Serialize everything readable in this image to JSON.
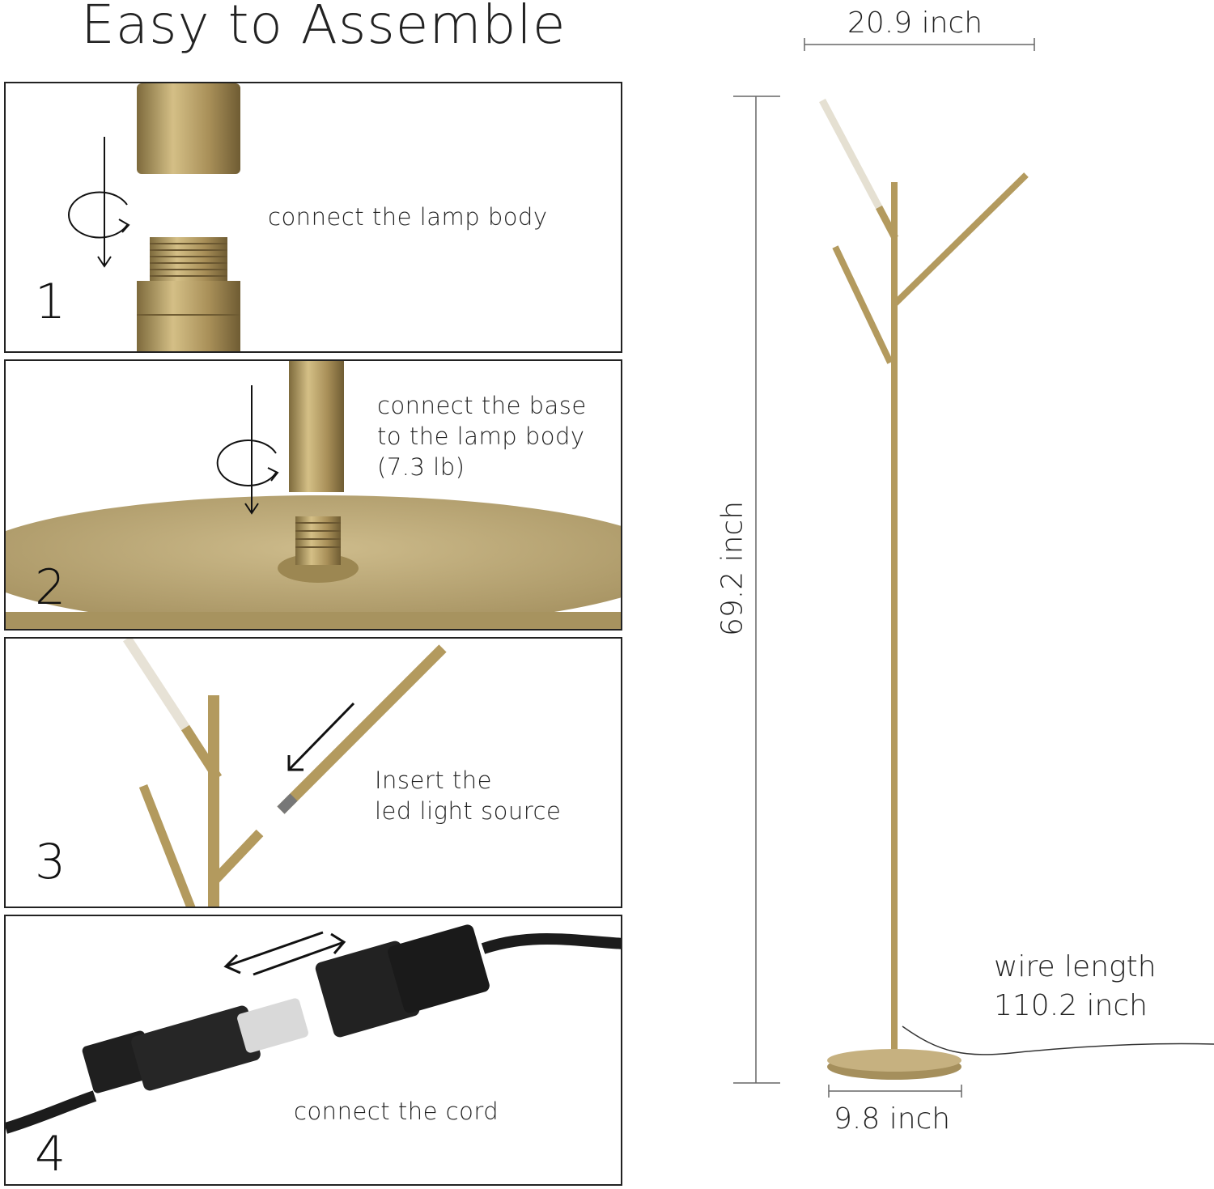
{
  "title": "Easy to Assemble",
  "steps": [
    {
      "number": "1",
      "lines": [
        "connect the lamp body"
      ]
    },
    {
      "number": "2",
      "lines": [
        "connect the base",
        "to the lamp body",
        "(7.3 lb)"
      ]
    },
    {
      "number": "3",
      "lines": [
        "Insert the",
        "led light source"
      ]
    },
    {
      "number": "4",
      "lines": [
        "connect the cord"
      ]
    }
  ],
  "dimensions": {
    "width": "20.9 inch",
    "height": "69.2 inch",
    "base": "9.8 inch",
    "wire_label": "wire length",
    "wire_value": "110.2 inch"
  },
  "colors": {
    "brass": "#b9a26a",
    "brass_dark": "#8a7443",
    "cord": "#1c1c1c"
  }
}
